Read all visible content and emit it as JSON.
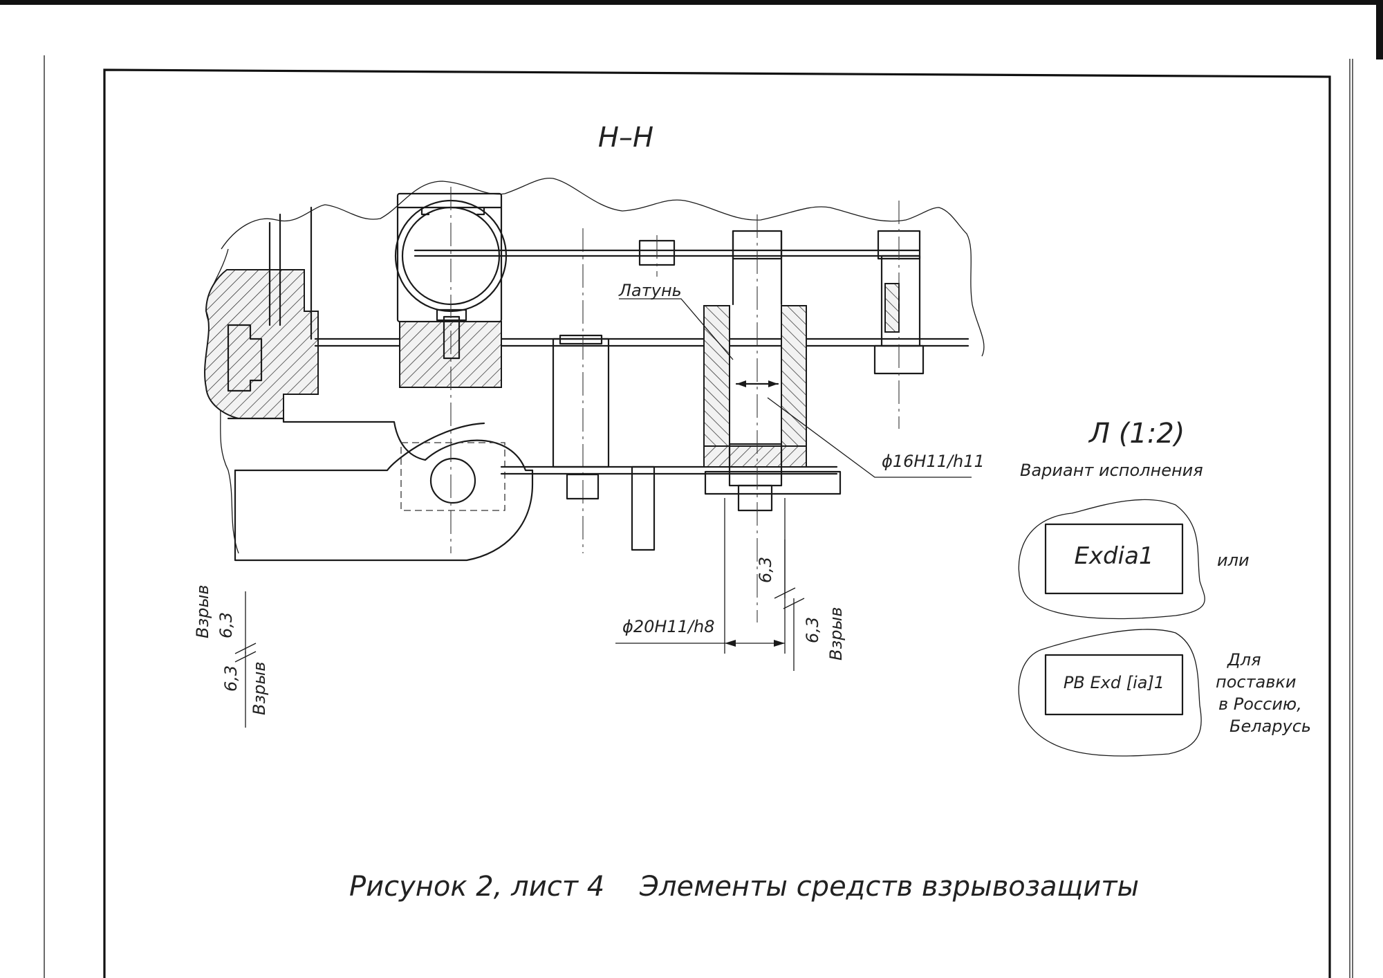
{
  "section_label": "Н–Н",
  "detail_label": "Л (1:2)",
  "detail_subtitle": "Вариант исполнения",
  "material_callout": "Латунь",
  "dimensions": {
    "shaft_fit": "ϕ16H11/h11",
    "bore_fit": "ϕ20H11/h8"
  },
  "roughness": {
    "value": "6,3",
    "label": "Взрыв"
  },
  "marking_variants": [
    {
      "marking": "Exdia1",
      "note": "или"
    },
    {
      "marking": "PB Exd [ia]1",
      "note_lines": [
        "Для",
        "поставки",
        "в Россию,",
        "Беларусь"
      ]
    }
  ],
  "caption": "Рисунок 2, лист 4    Элементы средств взрывозащиты"
}
